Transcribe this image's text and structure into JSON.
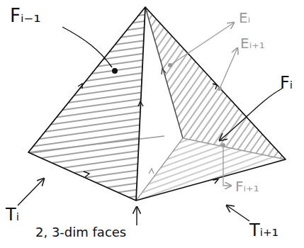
{
  "diagram": {
    "labels": [
      "Fᵢ₋₁",
      "Eᵢ",
      "Eᵢ₊₁",
      "Fᵢ",
      "Fᵢ₊₁",
      "Tᵢ",
      "Tᵢ₊₁",
      "2, 3-dim faces"
    ]
  }
}
